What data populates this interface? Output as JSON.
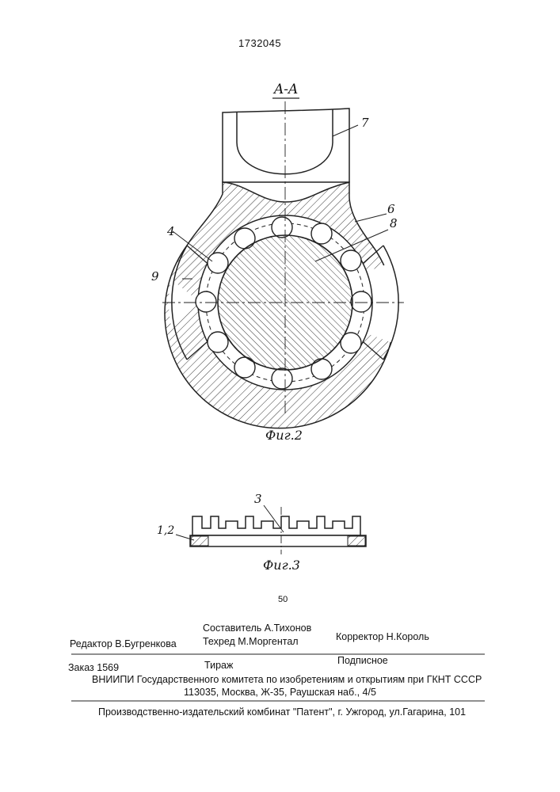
{
  "patent_number": "1732045",
  "figure2": {
    "section_label": "A-A",
    "caption": "Фиг.2",
    "callouts": {
      "c7": "7",
      "c6": "6",
      "c8": "8",
      "c4": "4",
      "c9": "9"
    }
  },
  "figure3": {
    "caption": "Фиг.3",
    "callouts": {
      "c3": "3",
      "c12": "1,2"
    }
  },
  "line_number": "50",
  "imprint": {
    "compiler": "Составитель  А.Тихонов",
    "editor": "Редактор  В.Бугренкова",
    "techred": "Техред М.Моргентал",
    "corrector": "Корректор   Н.Король",
    "order": "Заказ  1569",
    "circulation": "Тираж",
    "subscription": "Подписное",
    "institute": "ВНИИПИ Государственного комитета по изобретениям и открытиям при ГКНТ СССР",
    "address": "113035, Москва, Ж-35, Раушская наб., 4/5",
    "publisher": "Производственно-издательский комбинат \"Патент\", г. Ужгород, ул.Гагарина, 101"
  }
}
